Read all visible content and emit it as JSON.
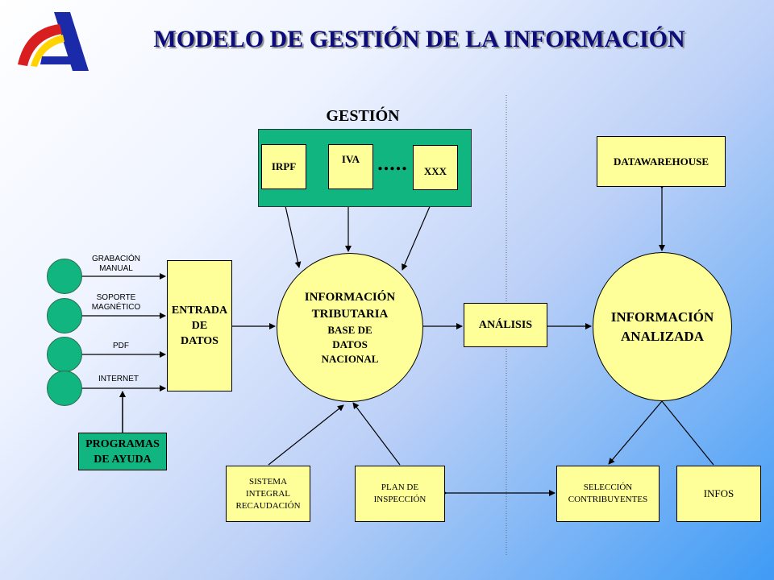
{
  "title": "MODELO DE GESTIÓN DE LA INFORMACIÓN",
  "gestion": {
    "label": "GESTIÓN",
    "items": [
      "IRPF",
      "IVA",
      "XXX"
    ],
    "ellipsis": "....."
  },
  "entrada": {
    "lines": [
      "ENTRADA",
      "DE",
      "DATOS"
    ]
  },
  "sources": [
    "GRABACIÓN MANUAL",
    "SOPORTE MAGNÉTICO",
    "PDF",
    "INTERNET"
  ],
  "sources_split": [
    [
      "GRABACIÓN",
      "MANUAL"
    ],
    [
      "SOPORTE",
      "MAGNÉTICO"
    ],
    [
      "PDF"
    ],
    [
      "INTERNET"
    ]
  ],
  "programas": {
    "lines": [
      "PROGRAMAS",
      "DE AYUDA"
    ]
  },
  "info_tributaria": {
    "lines": [
      "INFORMACIÓN",
      "TRIBUTARIA",
      "BASE DE",
      "DATOS",
      "NACIONAL"
    ]
  },
  "analisis": "ANÁLISIS",
  "info_analizada": {
    "lines": [
      "INFORMACIÓN",
      "ANALIZADA"
    ]
  },
  "datawarehouse": "DATAWAREHOUSE",
  "sistema": {
    "lines": [
      "SISTEMA",
      "INTEGRAL",
      "RECAUDACIÓN"
    ]
  },
  "plan": {
    "lines": [
      "PLAN DE",
      "INSPECCIÓN"
    ]
  },
  "seleccion": {
    "lines": [
      "SELECCIÓN",
      "CONTRIBUYENTES"
    ]
  },
  "infos": "INFOS",
  "colors": {
    "title": "#0b0b7a",
    "yellow": "#ffff99",
    "green": "#11b57f",
    "logo_red": "#d81e1e",
    "logo_blue": "#1a2aa8",
    "logo_yellow": "#ffd400"
  },
  "icons": {
    "logo": "agency-logo-icon"
  }
}
